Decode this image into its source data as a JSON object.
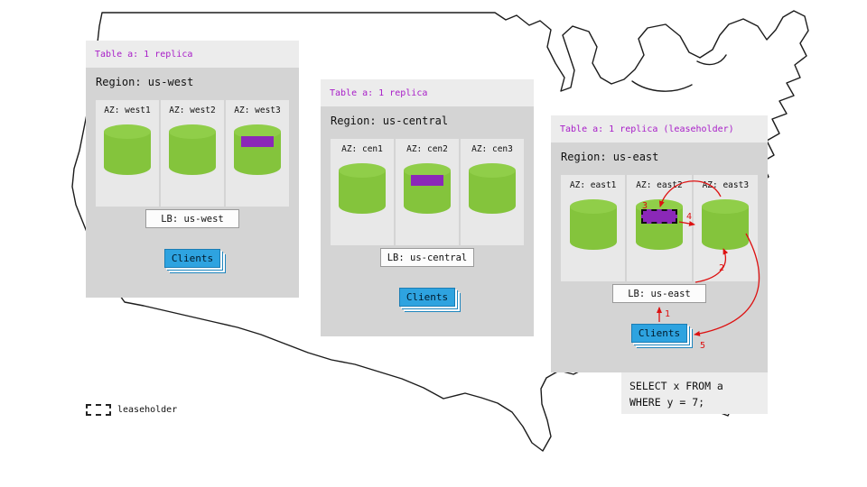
{
  "regions": [
    {
      "table_label": "Table a: 1 replica",
      "region_label": "Region: us-west",
      "azs": [
        {
          "label": "AZ: west1",
          "has_replica": false,
          "is_leaseholder": false
        },
        {
          "label": "AZ: west2",
          "has_replica": false,
          "is_leaseholder": false
        },
        {
          "label": "AZ: west3",
          "has_replica": true,
          "is_leaseholder": false
        }
      ],
      "lb_label": "LB: us-west",
      "clients_label": "Clients"
    },
    {
      "table_label": "Table a: 1 replica",
      "region_label": "Region: us-central",
      "azs": [
        {
          "label": "AZ: cen1",
          "has_replica": false,
          "is_leaseholder": false
        },
        {
          "label": "AZ: cen2",
          "has_replica": true,
          "is_leaseholder": false
        },
        {
          "label": "AZ: cen3",
          "has_replica": false,
          "is_leaseholder": false
        }
      ],
      "lb_label": "LB: us-central",
      "clients_label": "Clients"
    },
    {
      "table_label": "Table a: 1 replica (leaseholder)",
      "region_label": "Region: us-east",
      "azs": [
        {
          "label": "AZ: east1",
          "has_replica": false,
          "is_leaseholder": false
        },
        {
          "label": "AZ: east2",
          "has_replica": true,
          "is_leaseholder": true
        },
        {
          "label": "AZ: east3",
          "has_replica": false,
          "is_leaseholder": false
        }
      ],
      "lb_label": "LB: us-east",
      "clients_label": "Clients"
    }
  ],
  "flow_steps": [
    "1",
    "2",
    "3",
    "4",
    "5"
  ],
  "query": {
    "text": "SELECT x FROM a\nWHERE y = 7;"
  },
  "legend": {
    "label": "leaseholder"
  },
  "colors": {
    "replica_green": "#84c43c",
    "replica_purple": "#8b28b8",
    "table_label_purple": "#a81ec8",
    "clients_blue": "#2ea3e0",
    "flow_arrow_red": "#dd1111",
    "panel_gray": "#d4d4d4"
  }
}
